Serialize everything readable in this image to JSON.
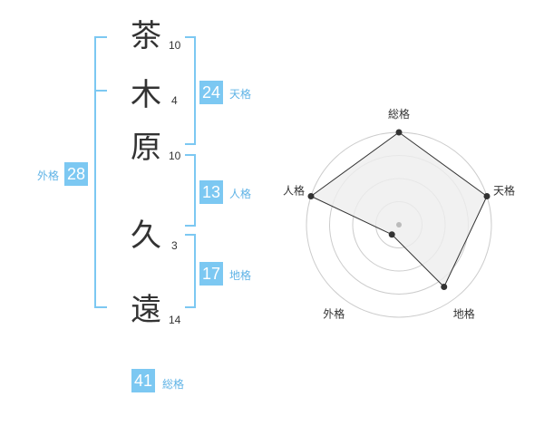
{
  "name": {
    "chars": [
      {
        "char": "茶",
        "strokes": "10"
      },
      {
        "char": "木",
        "strokes": "4"
      },
      {
        "char": "原",
        "strokes": "10"
      },
      {
        "char": "久",
        "strokes": "3"
      },
      {
        "char": "遠",
        "strokes": "14"
      }
    ]
  },
  "fortunes": {
    "tenkaku": {
      "value": "24",
      "label": "天格"
    },
    "jinkaku": {
      "value": "13",
      "label": "人格"
    },
    "chikaku": {
      "value": "17",
      "label": "地格"
    },
    "gaikaku": {
      "value": "28",
      "label": "外格"
    },
    "soukaku": {
      "value": "41",
      "label": "総格"
    }
  },
  "colors": {
    "accent": "#7cc8f2",
    "accent_text": "#5fb3e6",
    "text": "#333333",
    "radar_fill": "#eeeeee",
    "radar_ring": "#cccccc"
  },
  "chart_data": {
    "type": "radar",
    "axes": [
      "総格",
      "天格",
      "地格",
      "外格",
      "人格"
    ],
    "values": [
      1.0,
      1.0,
      0.83,
      0.13,
      1.0
    ],
    "rings": 4
  }
}
